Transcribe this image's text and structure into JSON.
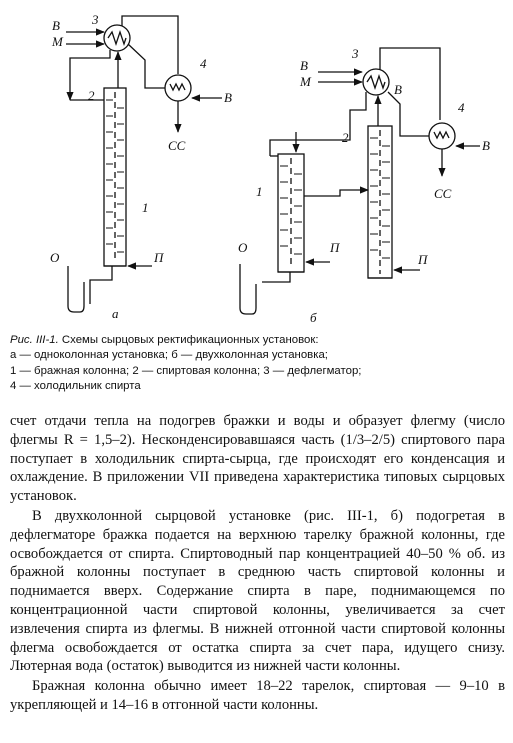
{
  "figure": {
    "labels": {
      "v": "В",
      "m": "М",
      "n1": "1",
      "n2": "2",
      "n3": "3",
      "n4": "4",
      "cc": "СС",
      "o": "О",
      "p": "П",
      "a": "а",
      "b": "б"
    }
  },
  "caption": {
    "lead": "Рис. III-1.",
    "title": " Схемы сырцовых ректификационных установок:",
    "line2": "а — одноколонная установка; б — двухколонная установка;",
    "line3": "1 — бражная колонна; 2 — спиртовая колонна; 3 — дефлегматор;",
    "line4": "4 — холодильник спирта"
  },
  "paragraphs": [
    "счет отдачи тепла на подогрев бражки и воды и образует флегму (число флегмы R = 1,5–2). Несконденсировавшаяся часть (1/3–2/5) спиртового пара поступает в холодильник спирта-сырца, где происходят его конденсация и охлаждение. В приложении VII приведена характеристика типовых сырцовых установок.",
    "В двухколонной сырцовой установке (рис. III-1, б) подогретая в дефлегматоре бражка подается на верхнюю тарелку бражной колонны, где освобождается от спирта. Спиртоводный пар концентрацией 40–50 % об. из бражной колонны поступает в среднюю часть спиртовой колонны и поднимается вверх. Содержание спирта в паре, поднимающемся по концентрационной части спиртовой колонны, увеличивается за счет извлечения спирта из флегмы. В нижней отгонной части спиртовой колонны флегма освобождается от остатка спирта за счет пара, идущего снизу. Лютерная вода (остаток) выводится из нижней части колонны.",
    "Бражная колонна обычно имеет 18–22 тарелок, спиртовая — 9–10 в укрепляющей и 14–16 в отгонной части колонны."
  ]
}
